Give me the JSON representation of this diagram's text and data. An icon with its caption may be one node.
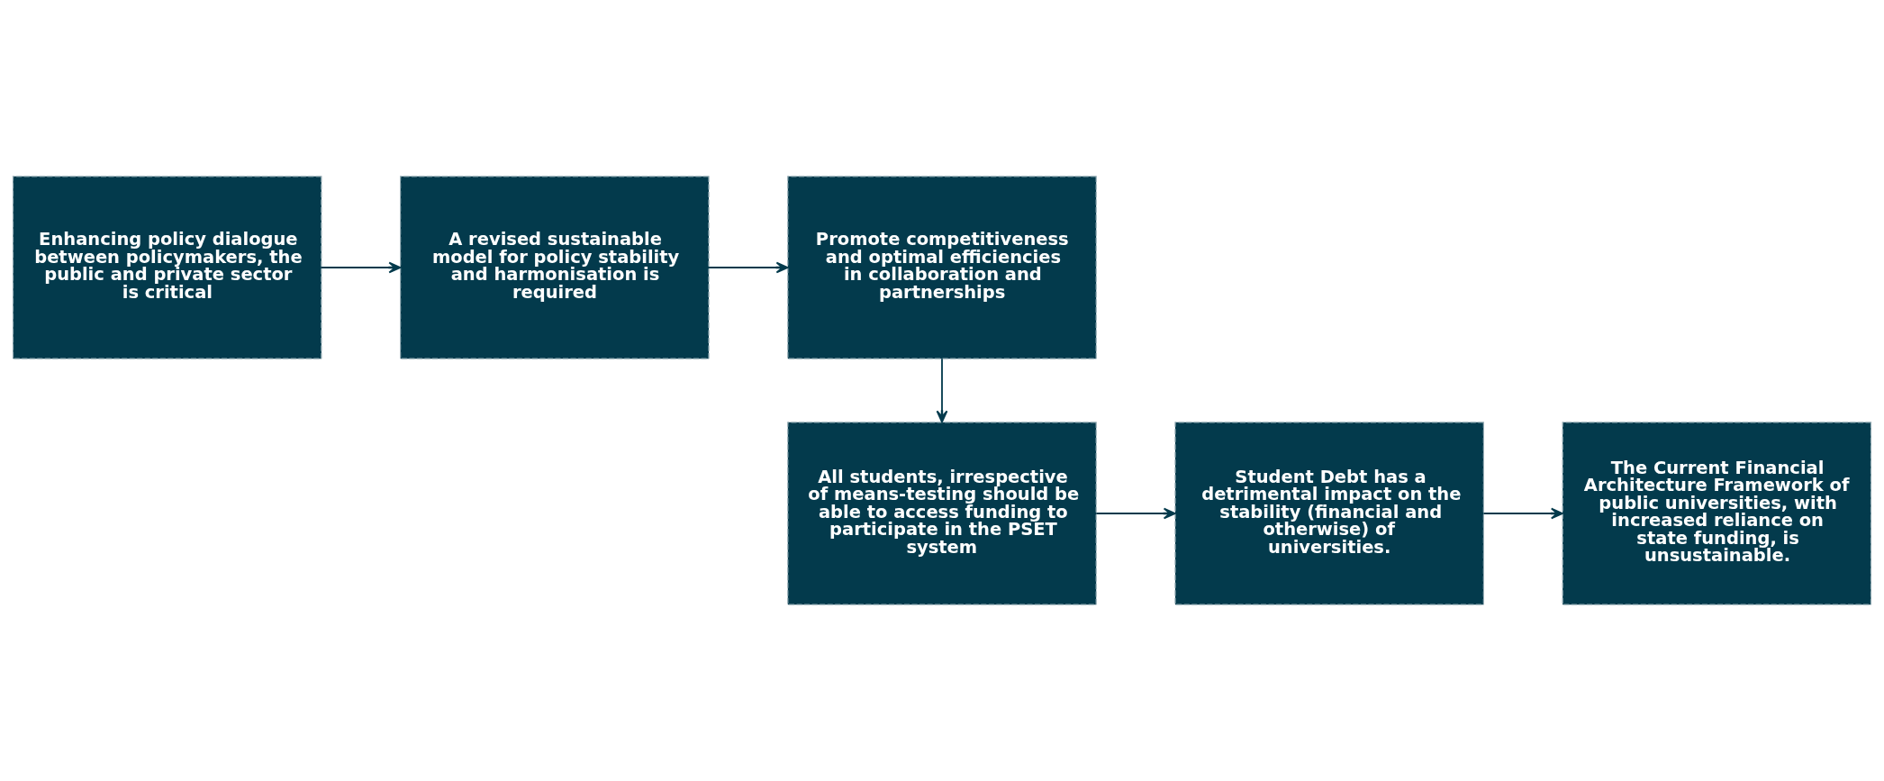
{
  "diagram": {
    "nodes": [
      {
        "text": [
          "Enhancing policy dialogue between policymakers, the public and private sector is critical"
        ]
      },
      {
        "text": [
          "A revised sustainable model for policy stability and harmonisation is required"
        ]
      },
      {
        "text": [
          "Promote competitiveness and optimal efficiencies in collaboration and partnerships"
        ]
      },
      {
        "text": [
          "All students, irrespective of means-testing should be able to access funding to participate in the PSET system"
        ]
      },
      {
        "text": [
          "Student Debt has a detrimental impact on the stability (financial and otherwise) of universities."
        ]
      },
      {
        "text": [
          "The Current Financial Architecture Framework of public universities, with increased reliance on state funding, is unsustainable."
        ]
      }
    ],
    "edges": [
      {
        "from": 0,
        "to": 1,
        "arrow": "to"
      },
      {
        "from": 1,
        "to": 2,
        "arrow": "to"
      },
      {
        "from": 2,
        "to": 3,
        "arrow": "to"
      },
      {
        "from": 3,
        "to": 4,
        "arrow": "to"
      },
      {
        "from": 4,
        "to": 5,
        "arrow": "to"
      }
    ]
  }
}
